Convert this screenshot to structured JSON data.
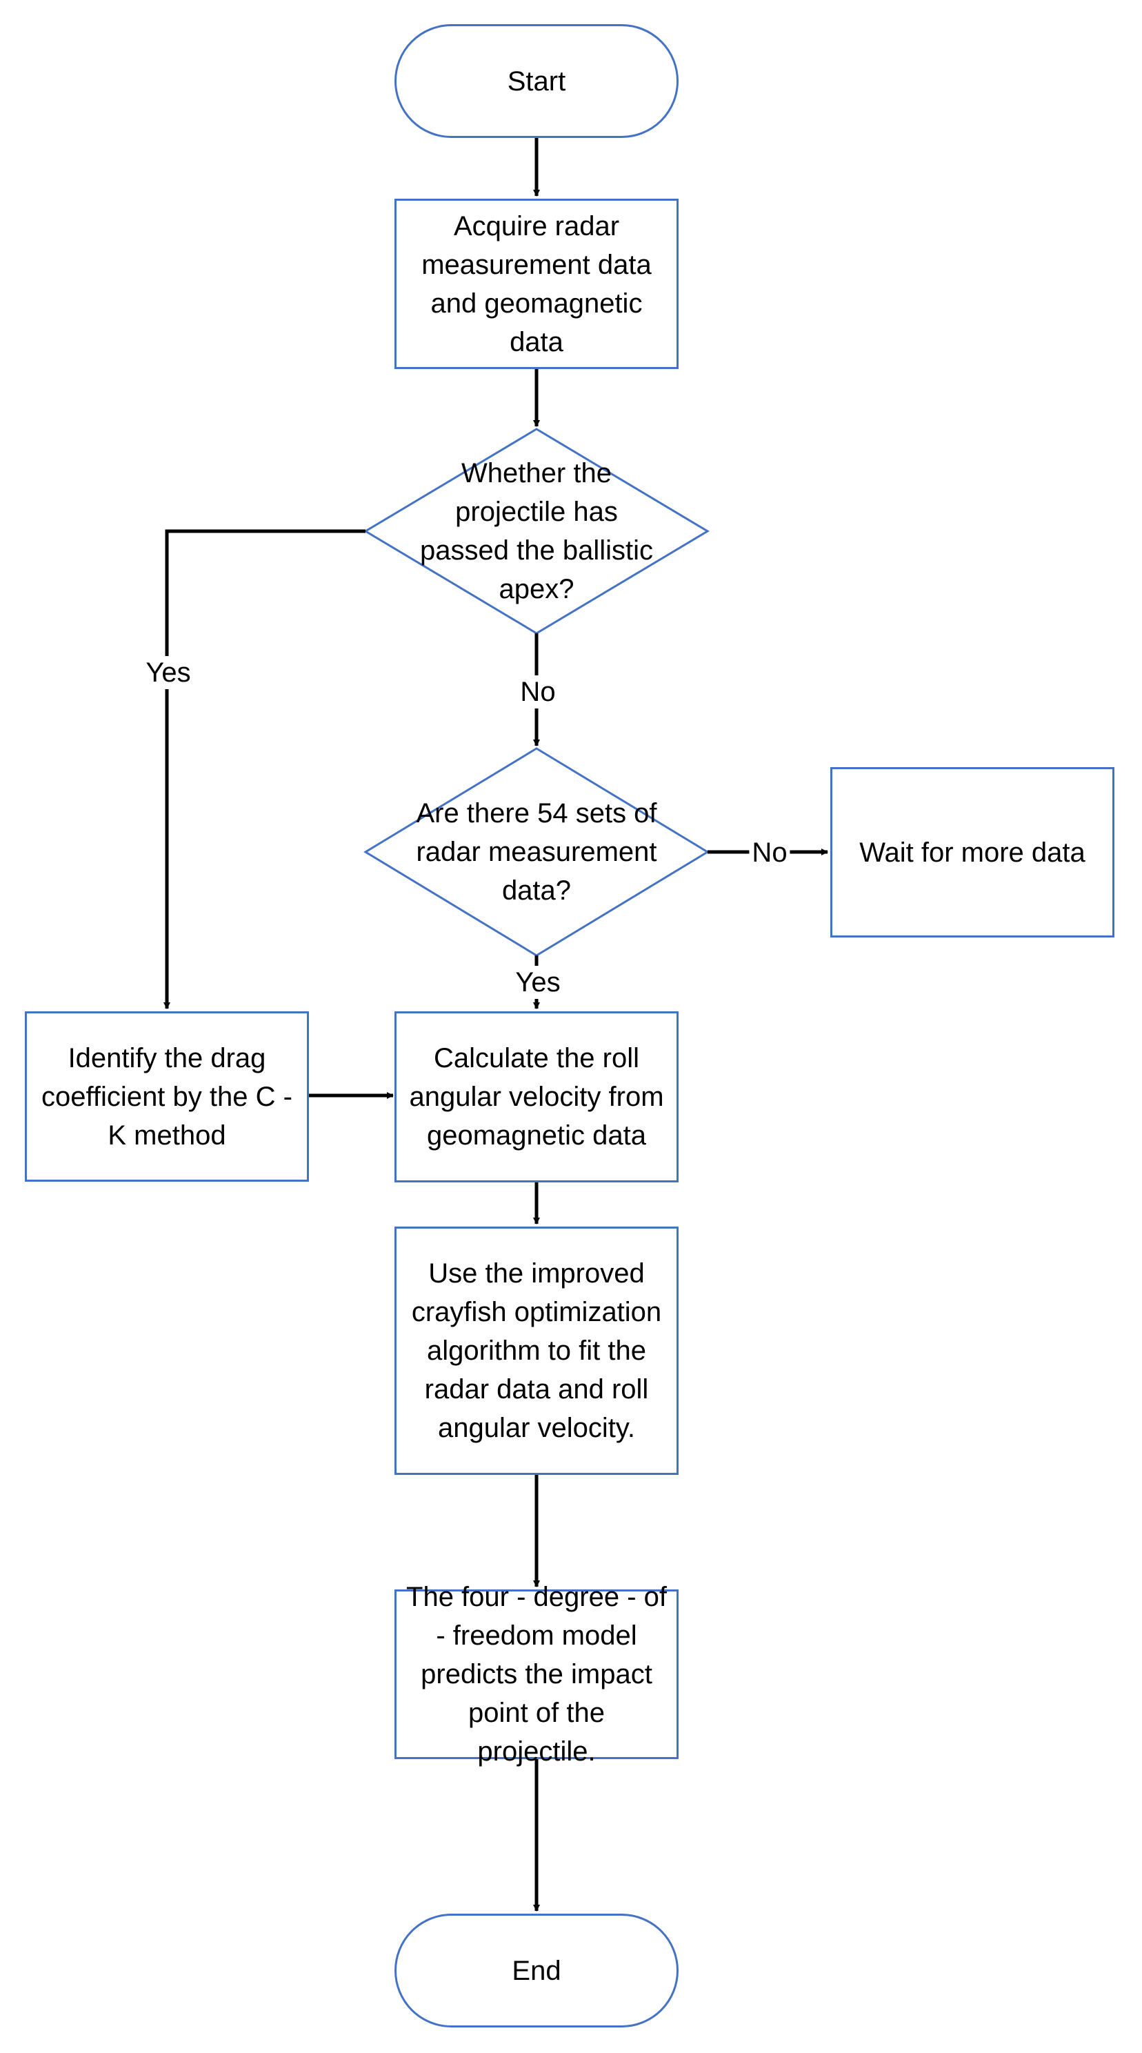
{
  "diagram": {
    "colors": {
      "node_border": "#4472c4",
      "connector": "#000000",
      "text": "#000000",
      "background": "#ffffff"
    },
    "nodes": {
      "start": "Start",
      "acquire": "Acquire radar measurement data and geomagnetic data",
      "apex_decision": "Whether the projectile has passed the ballistic apex?",
      "sets_decision": "Are there 54 sets of radar measurement data?",
      "wait": "Wait for more data",
      "identify_drag": "Identify the drag coefficient by the C - K method",
      "roll_velocity": "Calculate the roll angular velocity from geomagnetic data",
      "crayfish": "Use the improved crayfish optimization algorithm to fit the radar data and roll angular velocity.",
      "predict": "The four - degree - of - freedom model predicts the impact point of the projectile.",
      "end": "End"
    },
    "edge_labels": {
      "apex_yes": "Yes",
      "apex_no": "No",
      "sets_no": "No",
      "sets_yes": "Yes"
    }
  }
}
